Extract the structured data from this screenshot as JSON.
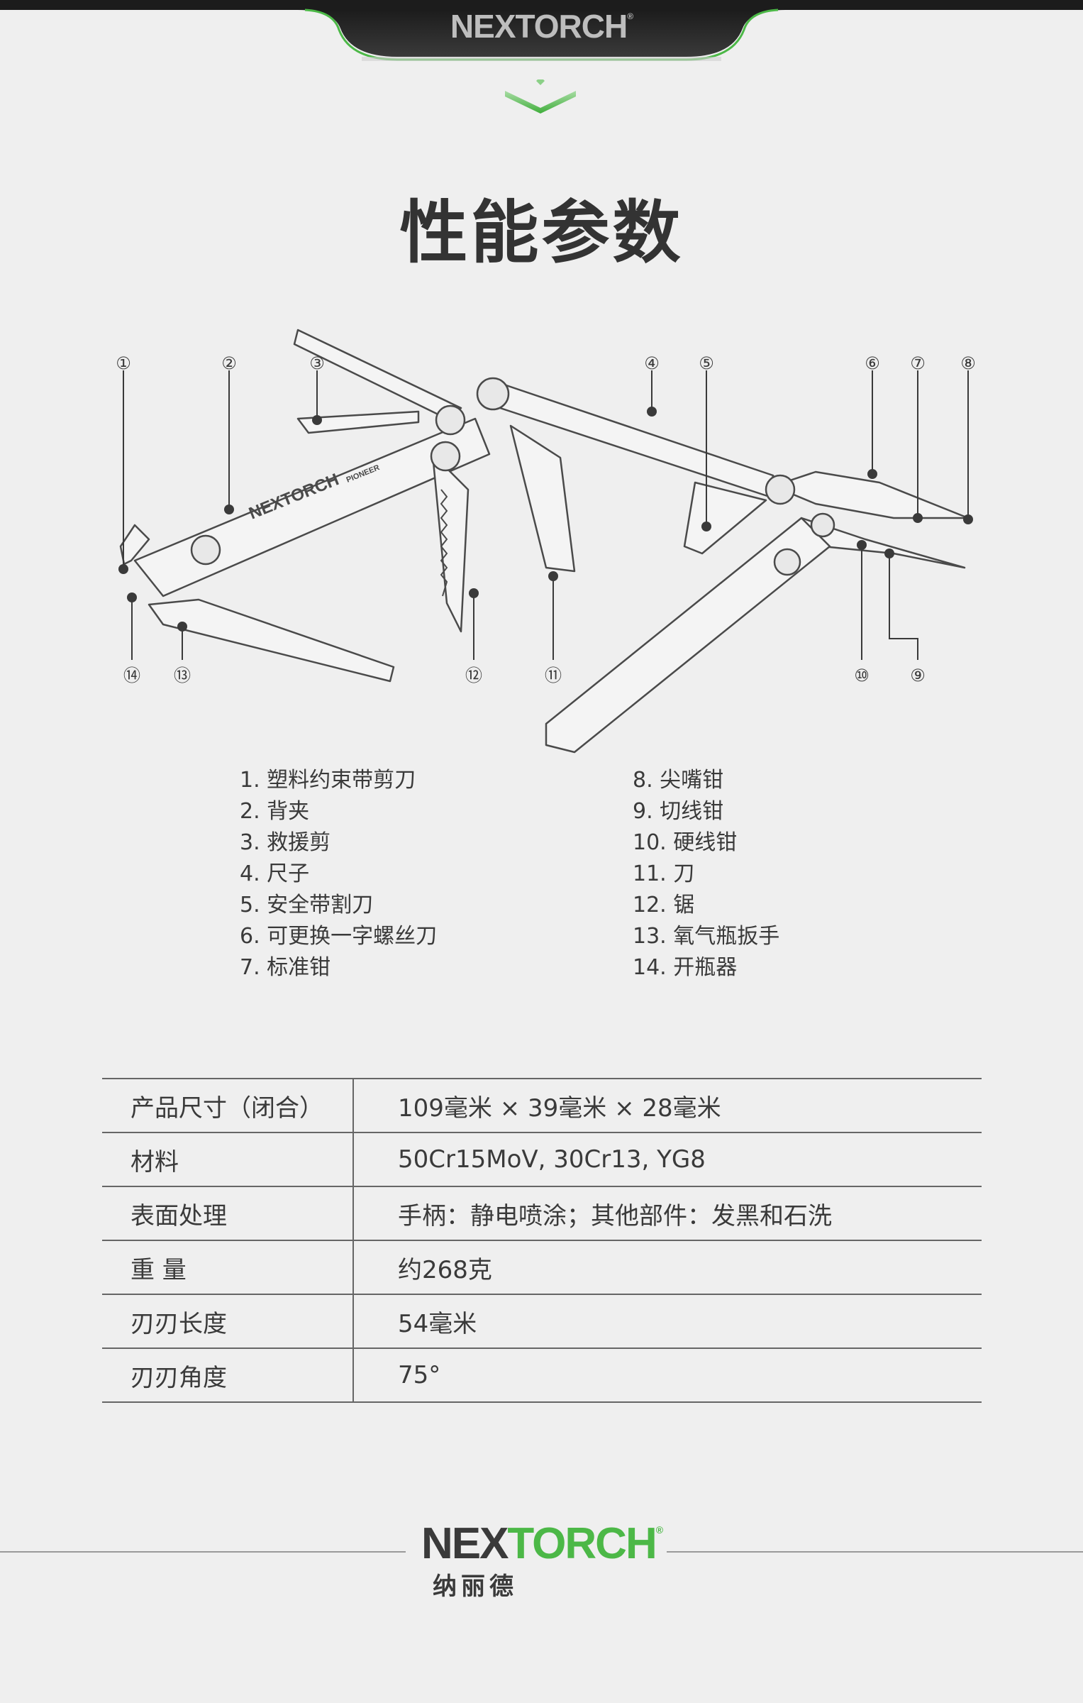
{
  "header": {
    "logo_text": "NEXTORCH",
    "logo_mark": "®"
  },
  "colors": {
    "accent_green": "#4cb847",
    "header_dark": "#2a2a2a",
    "text": "#3a3a3a",
    "background": "#efefef"
  },
  "title": "性能参数",
  "diagram": {
    "brand_text": "NEXTORCH",
    "model_text": "PIONEER",
    "callouts": [
      "①",
      "②",
      "③",
      "④",
      "⑤",
      "⑥",
      "⑦",
      "⑧",
      "⑨",
      "⑩",
      "⑪",
      "⑫",
      "⑬",
      "⑭"
    ]
  },
  "features_left": [
    "1. 塑料约束带剪刀",
    "2. 背夹",
    "3. 救援剪",
    "4. 尺子",
    "5. 安全带割刀",
    "6. 可更换一字螺丝刀",
    "7. 标准钳"
  ],
  "features_right": [
    "8. 尖嘴钳",
    "9. 切线钳",
    "10. 硬线钳",
    "11. 刀",
    "12. 锯",
    "13. 氧气瓶扳手",
    "14. 开瓶器"
  ],
  "specs": [
    {
      "label": "产品尺寸（闭合）",
      "value": "109毫米 × 39毫米 × 28毫米"
    },
    {
      "label": "材料",
      "value": "50Cr15MoV, 30Cr13, YG8"
    },
    {
      "label": "表面处理",
      "value": "手柄：静电喷涂；其他部件：发黑和石洗"
    },
    {
      "label": "重 量",
      "value": "约268克"
    },
    {
      "label": "刃刃长度",
      "value": "54毫米"
    },
    {
      "label": "刃刃角度",
      "value": "75°"
    }
  ],
  "footer": {
    "logo_nex": "NEX",
    "logo_torch": "TORCH",
    "logo_mark": "®",
    "brand_cn": "纳丽德"
  }
}
